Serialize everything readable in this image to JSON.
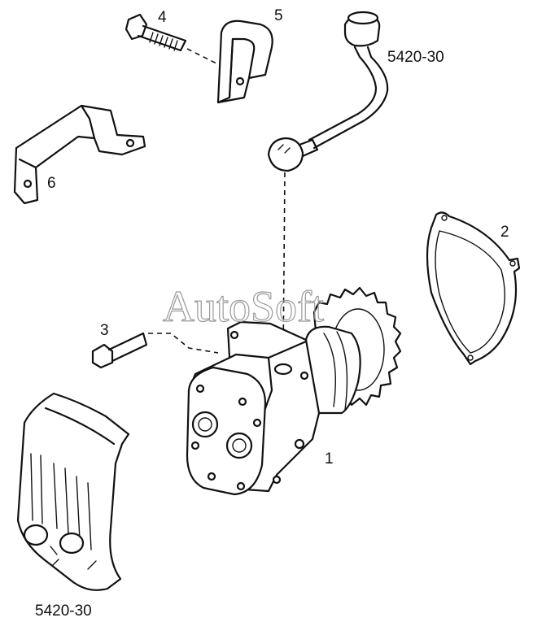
{
  "diagram": {
    "watermark": "AutoSoft",
    "callouts": {
      "pump": "1",
      "gasket": "2",
      "bolt_long": "3",
      "bolt_short": "4",
      "clamp": "5",
      "bracket": "6"
    },
    "references": {
      "fuel_line": "5420-30",
      "cover": "5420-30"
    }
  }
}
